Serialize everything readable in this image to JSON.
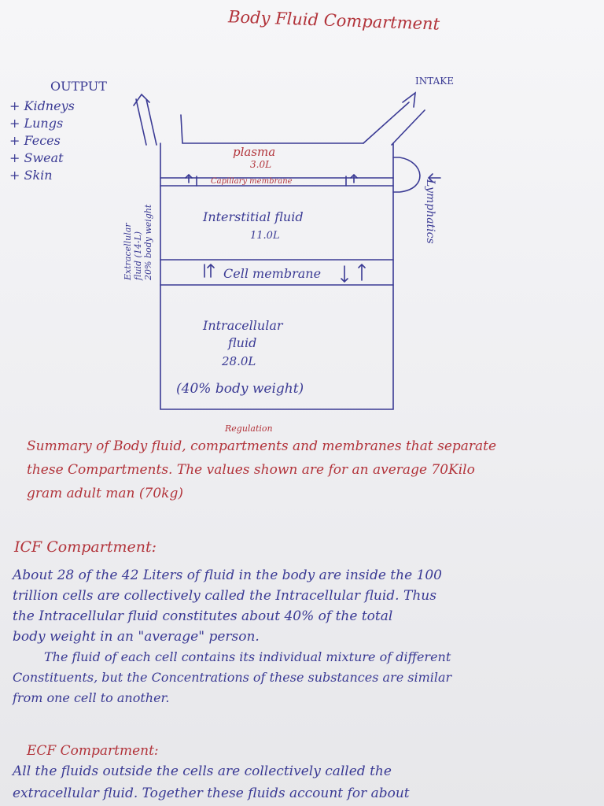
{
  "title": "Body Fluid Compartment",
  "output": {
    "heading": "OUTPUT",
    "items": [
      "+ Kidneys",
      "+ Lungs",
      "+ Feces",
      "+ Sweat",
      "+ Skin"
    ]
  },
  "intake": "INTAKE",
  "lymphatics": "Lymphatics",
  "side_label": [
    "Extracellular",
    "fluid (14-L)",
    "20% body weight"
  ],
  "compartments": {
    "plasma": "plasma",
    "plasma_volume": "3.0L",
    "capillary": "Capillary membrane",
    "interstitial": "Interstitial fluid",
    "interstitial_volume": "11.0L",
    "cell_membrane": "Cell membrane",
    "intracellular_1": "Intracellular",
    "intracellular_2": "fluid",
    "intracellular_volume": "28.0L",
    "intracellular_weight": "(40% body weight)"
  },
  "caption": {
    "insert": "Regulation",
    "lines": [
      "Summary of Body fluid, compartments and membranes that separate",
      "these Compartments. The values shown are for an average 70Kilo",
      "gram adult man (70kg)"
    ]
  },
  "icf": {
    "heading": "ICF Compartment:",
    "lines": [
      "About 28 of the 42 Liters of fluid in the body are inside the 100",
      "trillion cells are collectively called the Intracellular fluid. Thus",
      "the Intracellular fluid constitutes about 40% of the total",
      "body weight in an \"average\" person.",
      "The fluid of each cell contains its individual mixture of different",
      "Constituents, but the Concentrations of these substances are similar",
      "from one cell to another."
    ]
  },
  "ecf": {
    "heading": "ECF Compartment:",
    "lines": [
      "All the fluids outside the cells are collectively called the",
      "extracellular fluid. Together these fluids account for about"
    ]
  },
  "colors": {
    "blue_ink": "#3a3a94",
    "red_ink": "#b2333a",
    "paper": "#f2f2f4"
  }
}
